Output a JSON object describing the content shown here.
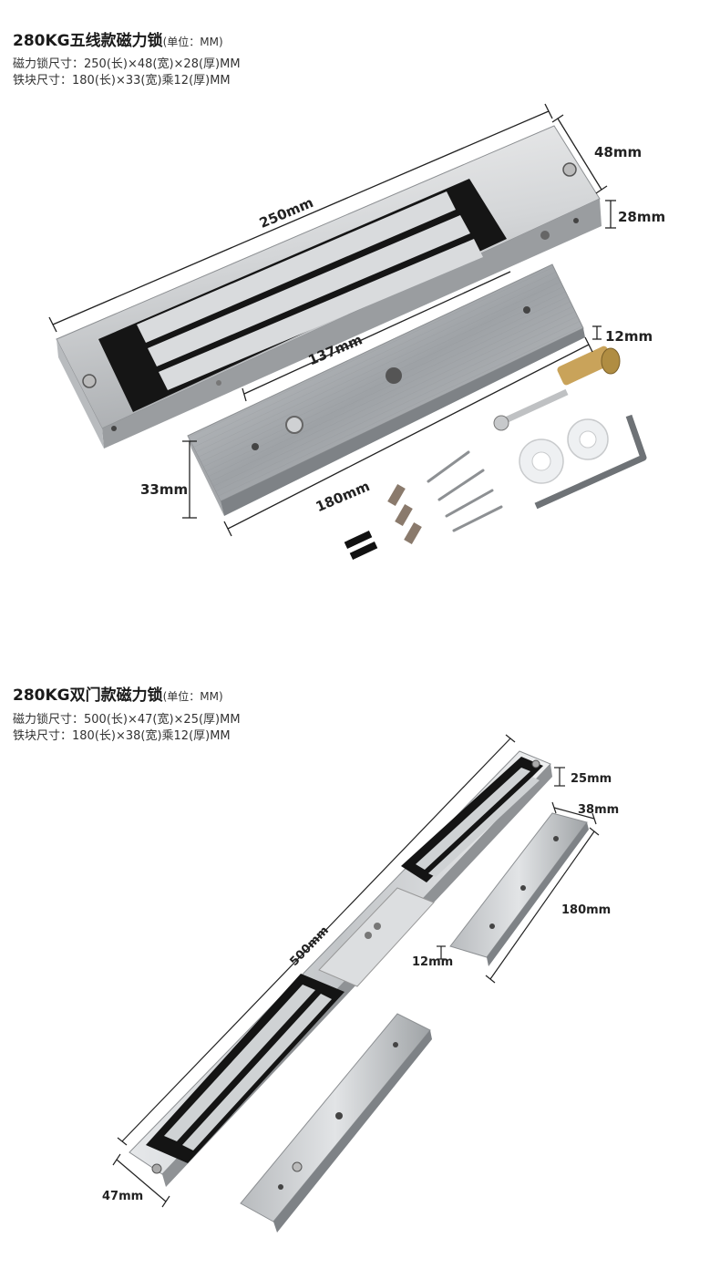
{
  "section1": {
    "title": "280KG五线款磁力锁",
    "unit": "(单位：MM)",
    "spec_lock": "磁力锁尺寸：250(长)×48(宽)×28(厚)MM",
    "spec_plate": "铁块尺寸：180(长)×33(宽)乘12(厚)MM",
    "dims": {
      "length": "250mm",
      "width": "48mm",
      "thickness": "28mm",
      "plate_thickness": "12mm",
      "hole_spacing": "137mm",
      "plate_length": "180mm",
      "plate_width": "33mm"
    }
  },
  "section2": {
    "title": "280KG双门款磁力锁",
    "unit": "(单位：MM)",
    "spec_lock": "磁力锁尺寸：500(长)×47(宽)×25(厚)MM",
    "spec_plate": "铁块尺寸：180(长)×38(宽)乘12(厚)MM",
    "dims": {
      "thickness": "25mm",
      "plate_width": "38mm",
      "plate_length": "180mm",
      "plate_thickness": "12mm",
      "length": "500mm",
      "width": "47mm"
    }
  }
}
